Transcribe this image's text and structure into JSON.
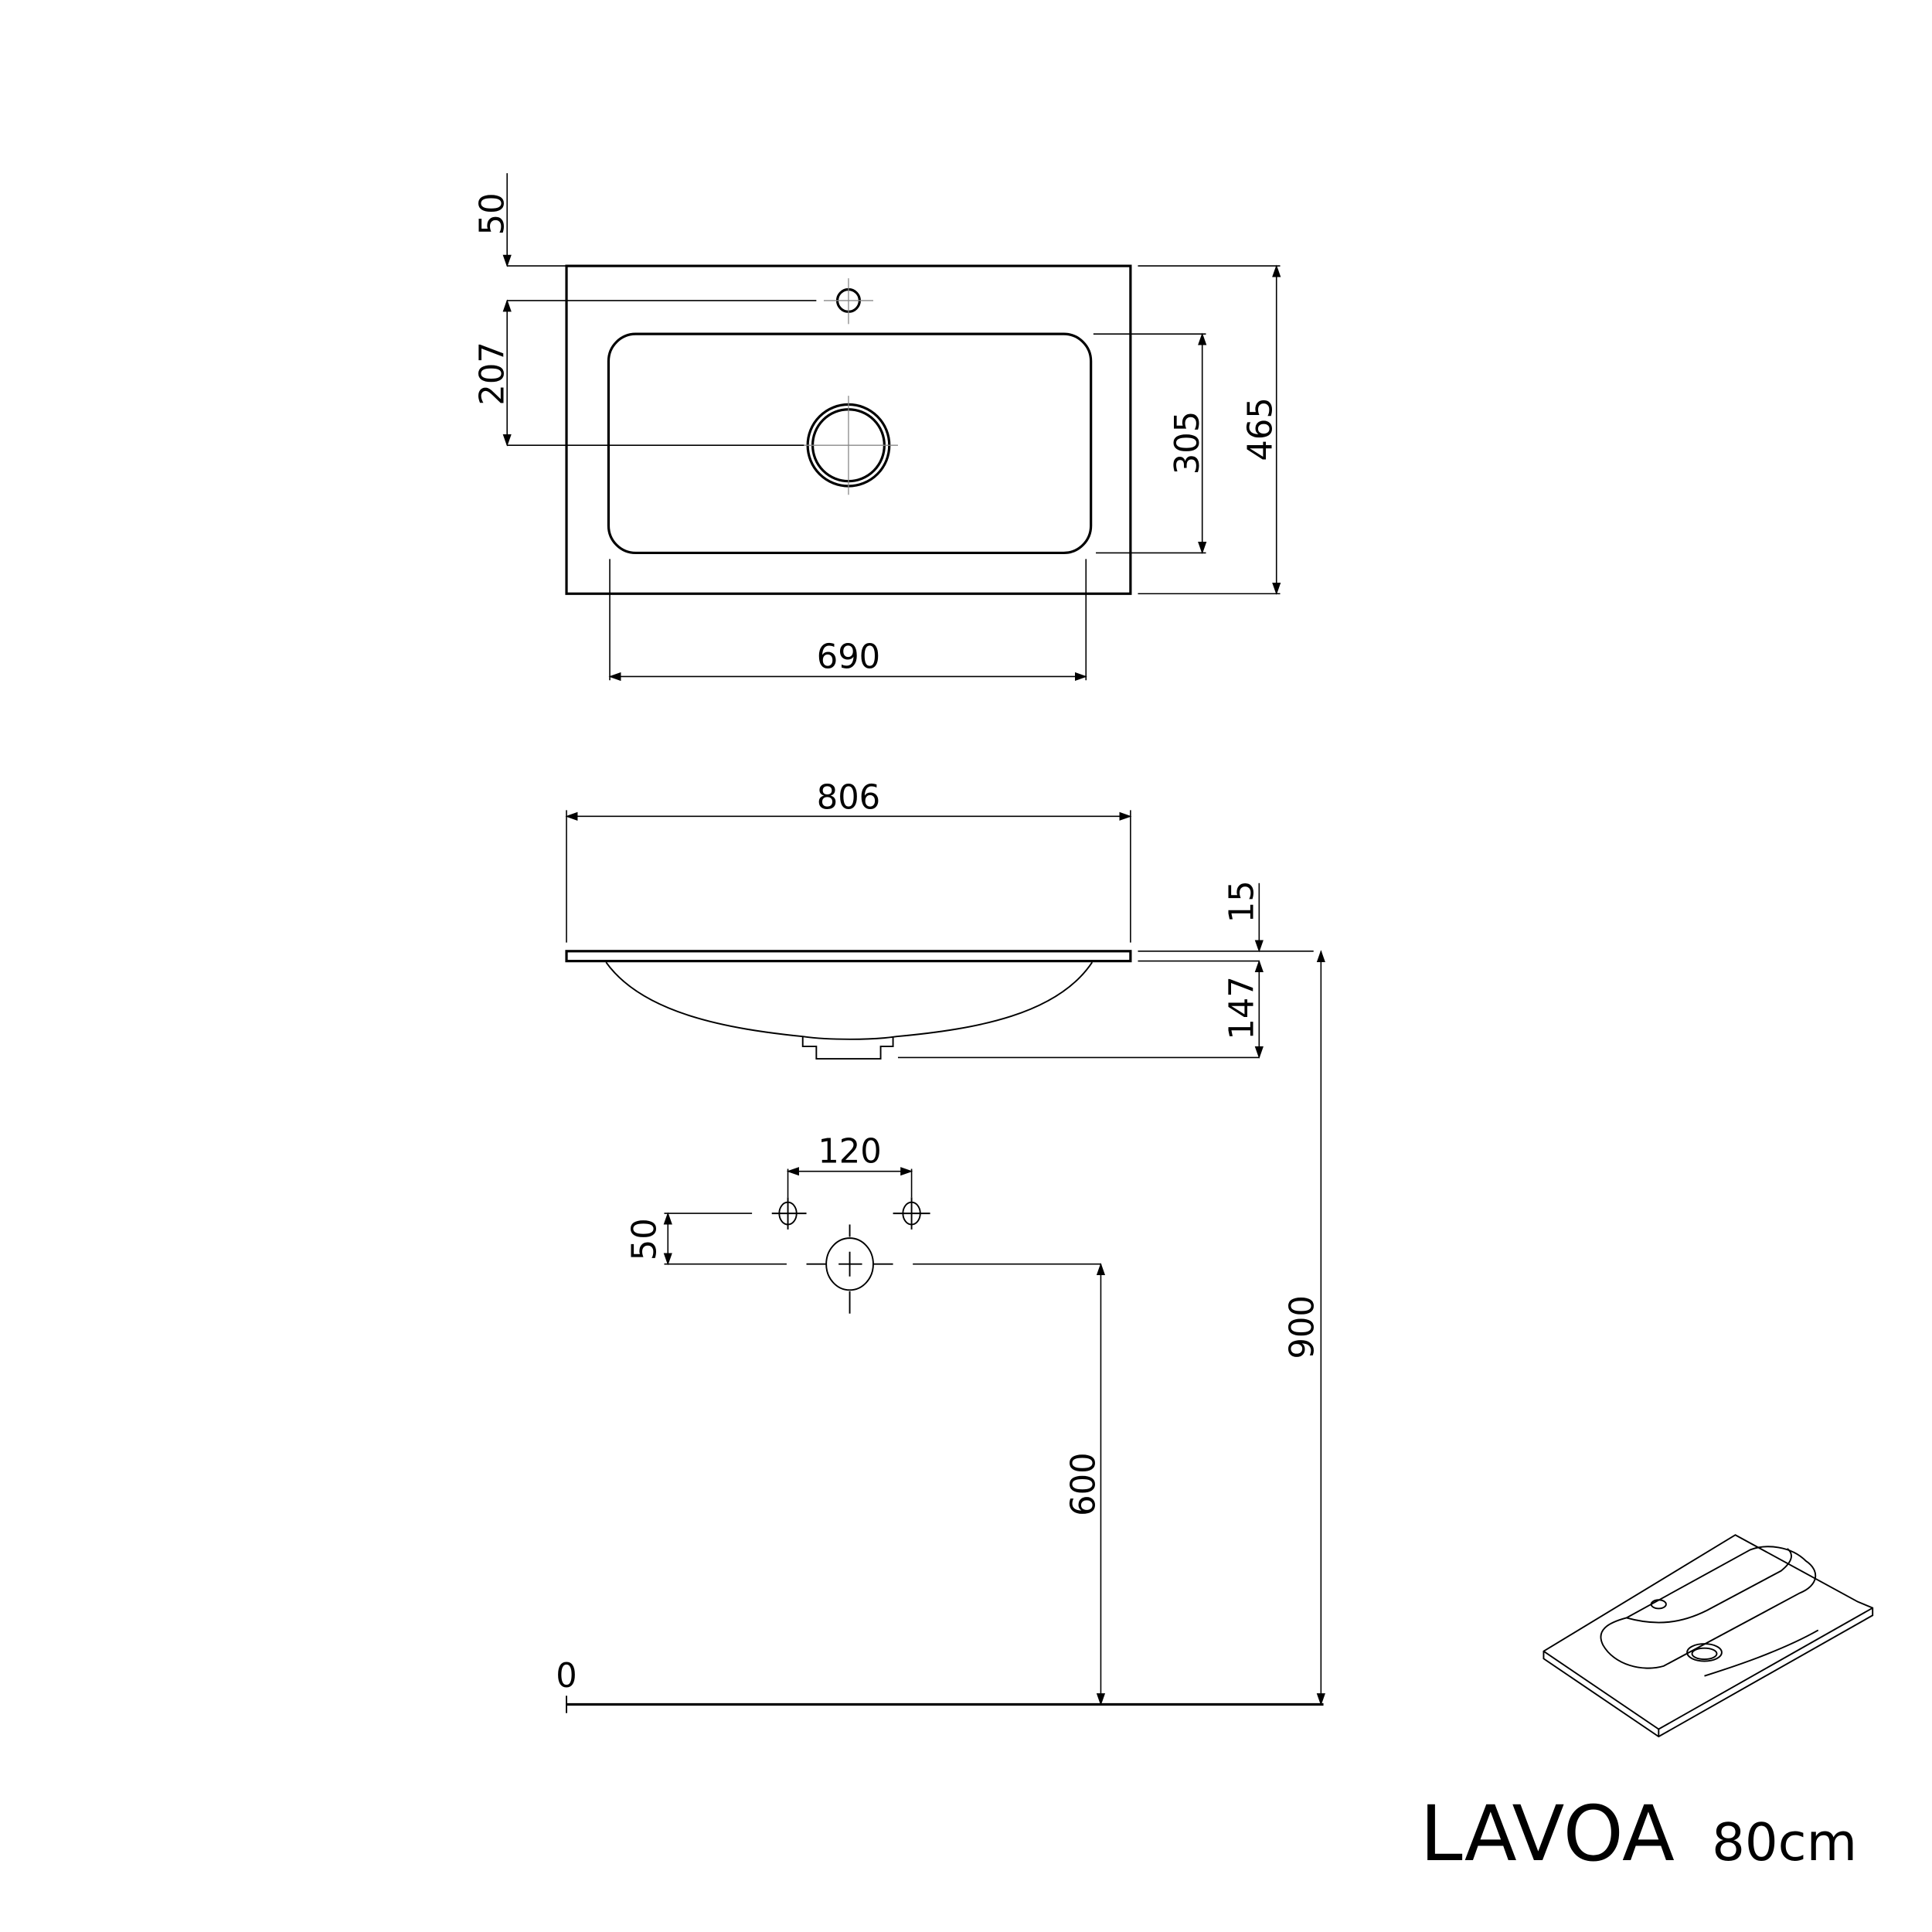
{
  "product": {
    "name": "LAVOA",
    "size": "80cm"
  },
  "views": {
    "top_view": {
      "dimensions": {
        "overall_depth": "465",
        "basin_depth": "305",
        "basin_width": "690",
        "faucet_hole_from_back": "50",
        "drain_from_faucet": "207"
      }
    },
    "front_view": {
      "dimensions": {
        "overall_width": "806",
        "slab_thickness": "15",
        "bowl_depth": "147",
        "mounting_height": "900"
      }
    },
    "installation": {
      "dimensions": {
        "tap_spacing": "120",
        "tap_to_drain_offset": "50",
        "drain_height": "600",
        "floor_level": "0"
      }
    }
  },
  "colors": {
    "line": "#000000",
    "centerline": "#888888",
    "background": "#ffffff"
  }
}
